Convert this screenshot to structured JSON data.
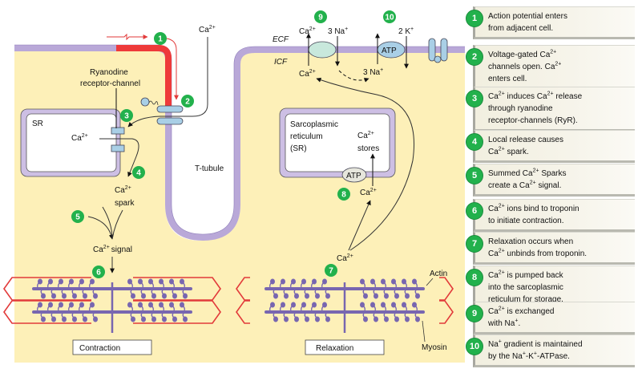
{
  "diagram": {
    "labels": {
      "ca2": "Ca",
      "ca2_sup": "2+",
      "na": "Na",
      "na_sup": "+",
      "k_sup": "+",
      "three_na": "3 Na",
      "two_k": "2 K",
      "ecf": "ECF",
      "icf": "ICF",
      "ryr_line1": "Ryanodine",
      "ryr_line2": "receptor-channel",
      "sr": "SR",
      "spark": "spark",
      "signal": "signal",
      "t_tubule": "T-tubule",
      "sarco_line1": "Sarcoplasmic",
      "sarco_line2": "reticulum",
      "sarco_line3": "(SR)",
      "stores": "stores",
      "atp": "ATP",
      "actin": "Actin",
      "myosin": "Myosin",
      "contraction": "Contraction",
      "relaxation": "Relaxation"
    },
    "badges": [
      "1",
      "2",
      "3",
      "4",
      "5",
      "6",
      "7",
      "8",
      "9",
      "10"
    ]
  },
  "steps": [
    {
      "num": "1",
      "parts": [
        "Action potential enters",
        "from adjacent cell."
      ]
    },
    {
      "num": "2",
      "parts": [
        "Voltage-gated Ca",
        "2+",
        "channels open. Ca",
        "2+",
        "enters cell."
      ]
    },
    {
      "num": "3",
      "parts": [
        "Ca",
        "2+",
        " induces Ca",
        "2+",
        " release",
        "through ryanodine",
        "receptor-channels (RyR)."
      ]
    },
    {
      "num": "4",
      "parts": [
        "Local release causes",
        "Ca",
        "2+",
        " spark."
      ]
    },
    {
      "num": "5",
      "parts": [
        "Summed Ca",
        "2+",
        " Sparks",
        "create a Ca",
        "2+",
        " signal."
      ]
    },
    {
      "num": "6",
      "parts": [
        "Ca",
        "2+",
        " ions bind to troponin",
        "to initiate contraction."
      ]
    },
    {
      "num": "7",
      "parts": [
        "Relaxation occurs when",
        "Ca",
        "2+",
        " unbinds from troponin."
      ]
    },
    {
      "num": "8",
      "parts": [
        "Ca",
        "2+",
        " is pumped back",
        "into the sarcoplasmic",
        "reticulum for storage."
      ]
    },
    {
      "num": "9",
      "parts": [
        "Ca",
        "2+",
        " is exchanged",
        "with Na",
        "+",
        "."
      ]
    },
    {
      "num": "10",
      "parts": [
        "Na",
        "+",
        " gradient is maintained",
        "by the Na",
        "+",
        "-K",
        "+",
        "-ATPase."
      ]
    }
  ],
  "colors": {
    "cytoplasm": "#fdf0b8",
    "membrane": "#b9a8d8",
    "action_potential": "#ee3a3a",
    "badge": "#22b14c",
    "channel": "#a9cfe6",
    "exchanger": "#c8e8dc",
    "actin": "#e23a3a",
    "myosin": "#7866b0"
  }
}
